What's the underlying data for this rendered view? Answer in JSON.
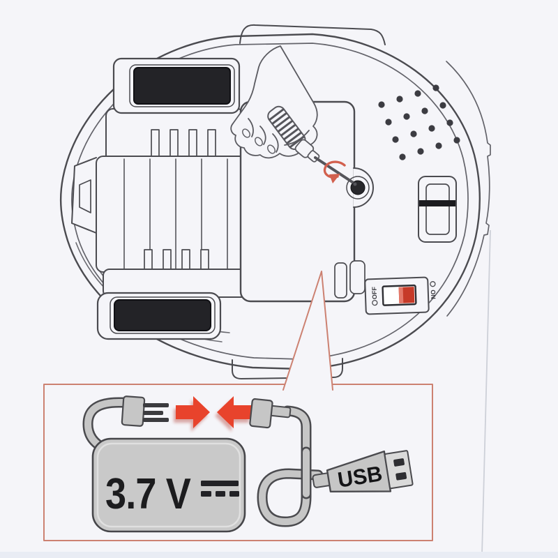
{
  "device": {
    "power_switch": {
      "off_label": "OFF",
      "on_label": "ON",
      "indicator_color": "#c63a28"
    }
  },
  "inset": {
    "battery_voltage_label": "3.7 V",
    "usb_label": "USB",
    "border_color": "#cc8171",
    "arrow_color": "#e8432c",
    "battery_fill": "#c9c9c9",
    "cable_fill": "#c6c6c6",
    "line_color": "#4a4a4e"
  }
}
